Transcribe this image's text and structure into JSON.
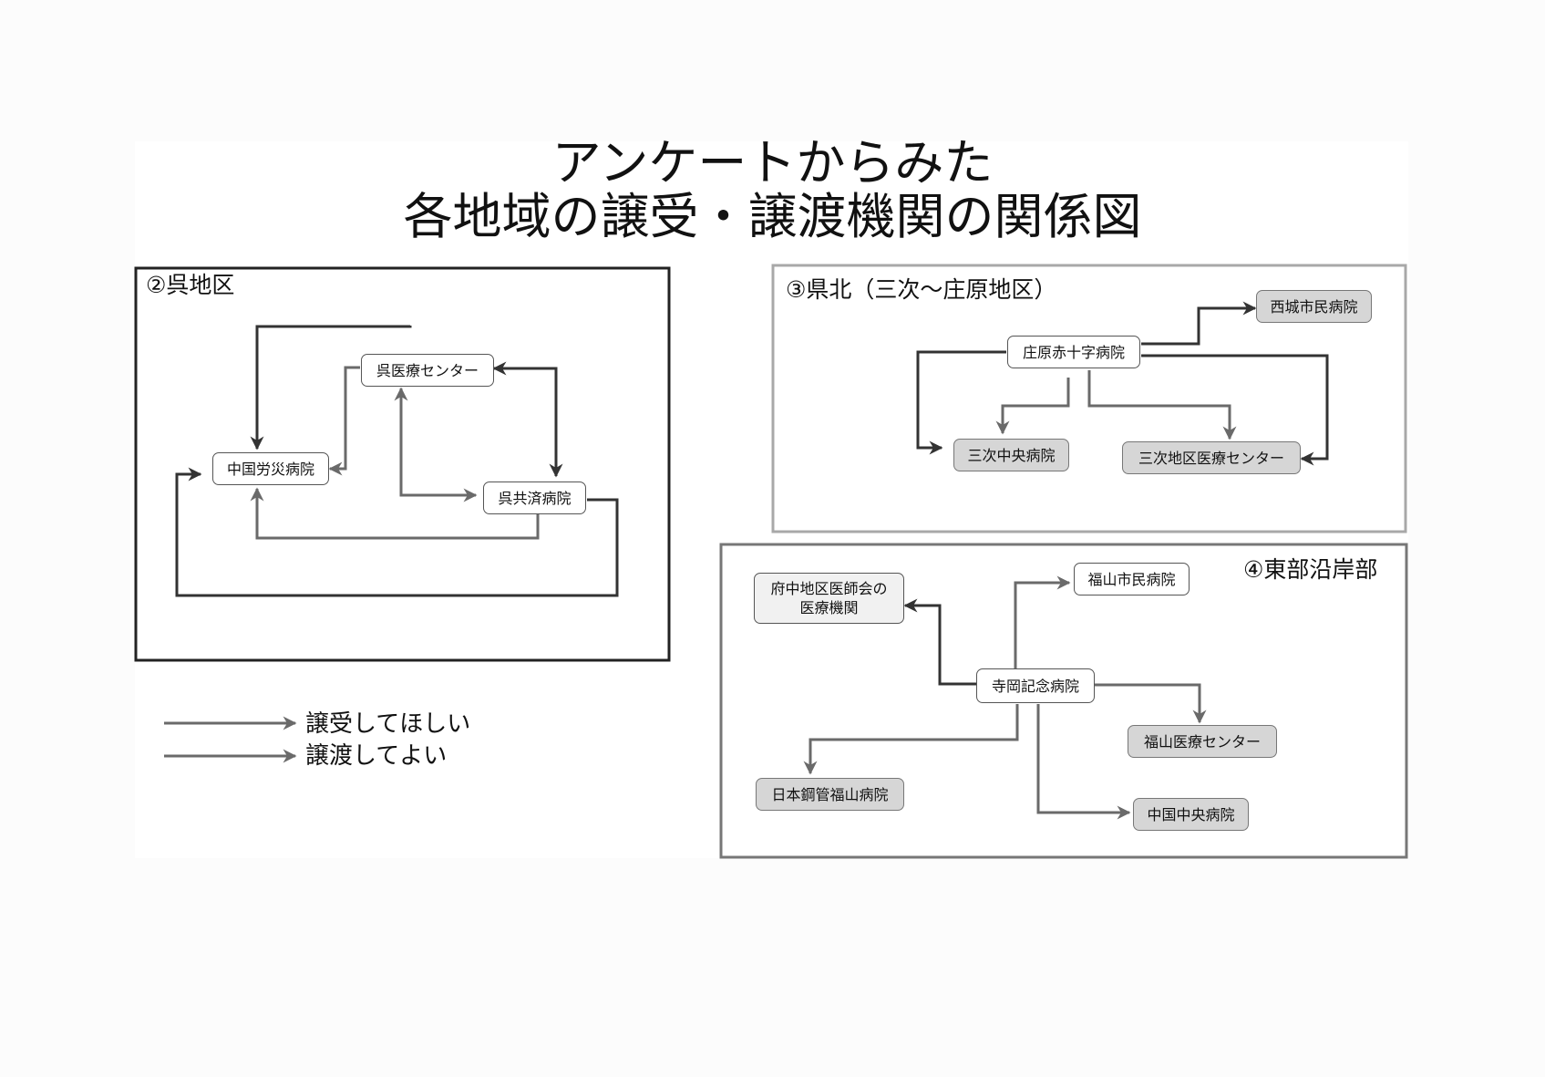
{
  "title": {
    "line1": "アンケートからみた",
    "line2": "各地域の譲受・譲渡機関の関係図"
  },
  "panels": {
    "kure": {
      "label": "②呉地区",
      "nodes": {
        "kure_medical_center": "呉医療センター",
        "chugoku_rosai": "中国労災病院",
        "kure_kyosai": "呉共済病院"
      }
    },
    "kenpoku": {
      "label": "③県北（三次～庄原地区）",
      "nodes": {
        "shobara_red_cross": "庄原赤十字病院",
        "saijo_city": "西城市民病院",
        "miyoshi_chuo": "三次中央病院",
        "miyoshi_district": "三次地区医療センター"
      }
    },
    "tobu": {
      "label": "④東部沿岸部",
      "nodes": {
        "fuchu_line1": "府中地区医師会の",
        "fuchu_line2": "医療機関",
        "fukuyama_city": "福山市民病院",
        "teraoka": "寺岡記念病院",
        "fukuyama_medical": "福山医療センター",
        "nippon_kokan": "日本鋼管福山病院",
        "chugoku_chuo": "中国中央病院"
      }
    }
  },
  "legend": {
    "receive": "譲受してほしい",
    "transfer": "譲渡してよい"
  },
  "colors": {
    "receive_arrow": "#333333",
    "transfer_arrow": "#6a6a6a",
    "gray_node": "#d6d6d6"
  }
}
